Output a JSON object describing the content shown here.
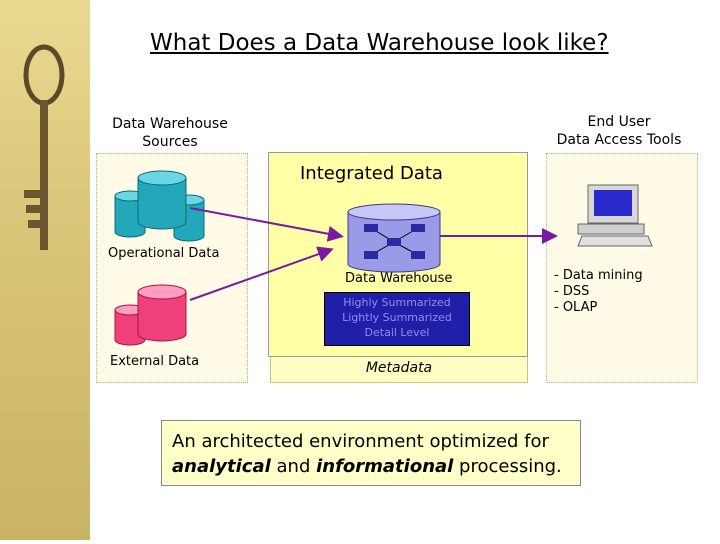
{
  "title": "What Does a Data Warehouse look like?",
  "sources_heading": [
    "Data Warehouse",
    "Sources"
  ],
  "tools_heading": [
    "End User",
    "Data Access Tools"
  ],
  "integrated_label": "Integrated Data",
  "operational_label": "Operational Data",
  "external_label": "External Data",
  "warehouse_label": "Data Warehouse",
  "summary_levels": [
    "Highly Summarized",
    "Lightly Summarized",
    "Detail Level"
  ],
  "metadata_label": "Metadata",
  "tools_list": [
    "- Data mining",
    "- DSS",
    "- OLAP"
  ],
  "caption": {
    "part1": "An architected environment optimized for",
    "emph1": "analytical",
    "part2": " and ",
    "emph2": "informational",
    "part3": " processing."
  },
  "colors": {
    "operational_db": "#22a8b8",
    "external_db": "#f0407a",
    "warehouse_db": "#9a9ae6",
    "arrow": "#7a1aa0"
  }
}
